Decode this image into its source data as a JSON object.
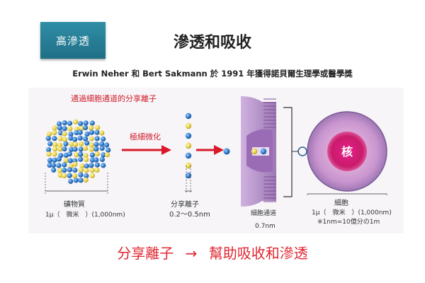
{
  "header": {
    "badge": "高滲透",
    "title": "滲透和吸收",
    "subtitle": "Erwin Neher 和 Bert Sakmann 於 1991 年獲得諾貝爾生理學或醫學獎"
  },
  "diagram": {
    "cluster_caption": "通過細胞通道的分享離子",
    "arrow_caption": "極細微化",
    "mineral": {
      "name": "礦物質",
      "size": "1μ（　微米　）(1,000nm)"
    },
    "ion": {
      "name": "分享離子",
      "size": "0.2～0.5nm"
    },
    "channel": {
      "name": "細胞通道",
      "size": "0.7nm"
    },
    "cell": {
      "name": "細胞",
      "size": "1μ（　微米　）(1,000nm)",
      "note": "※1nm=10億分の1m",
      "nucleus": "核"
    },
    "colors": {
      "blue_ion": "#2f79c9",
      "yellow_ion": "#e8d24a",
      "arrow": "#d9192b",
      "membrane": "#a77bbf",
      "nucleus": "#d21e7a"
    }
  },
  "footer": {
    "left": "分享離子",
    "arrow": "→",
    "right": "幫助吸收和滲透"
  }
}
